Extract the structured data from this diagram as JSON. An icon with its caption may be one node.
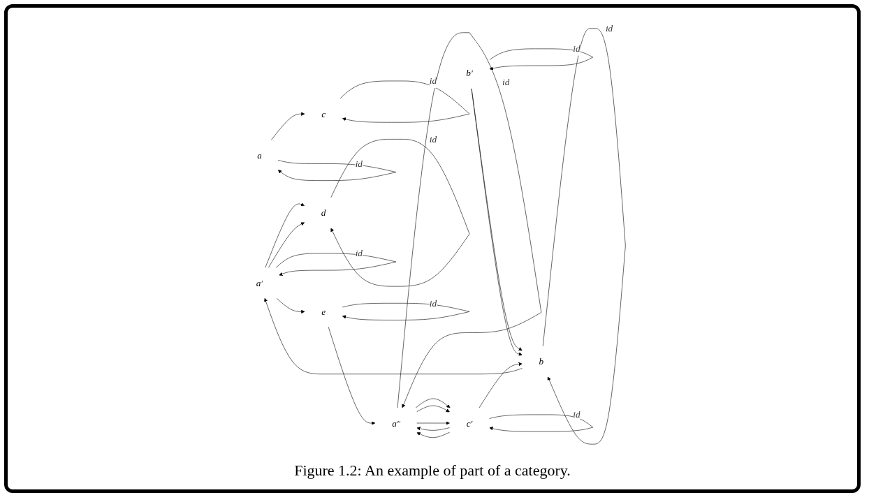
{
  "diagram": {
    "caption": "Figure 1.2: An example of part of a category.",
    "nodes": [
      {
        "text": [
          "c"
        ]
      },
      {
        "text": [
          "d"
        ]
      },
      {
        "text": [
          "a"
        ]
      },
      {
        "text": [
          "a′"
        ]
      },
      {
        "text": [
          "b"
        ]
      },
      {
        "text": [
          "e"
        ]
      },
      {
        "text": [
          "a″"
        ]
      },
      {
        "text": [
          "b′"
        ]
      },
      {
        "text": [
          "c′"
        ]
      }
    ],
    "edges": [
      {
        "from": 0,
        "to": 0,
        "arrow": "to",
        "label": "id"
      },
      {
        "from": 1,
        "to": 1,
        "arrow": "to",
        "label": "id"
      },
      {
        "from": 2,
        "to": 2,
        "arrow": "to",
        "label": "id"
      },
      {
        "from": 2,
        "to": 0,
        "arrow": "to"
      },
      {
        "from": 3,
        "to": 3,
        "arrow": "to",
        "label": "id"
      },
      {
        "from": 3,
        "to": 1,
        "arrow": "to"
      },
      {
        "from": 3,
        "to": 1,
        "arrow": "to"
      },
      {
        "from": 4,
        "to": 4,
        "arrow": "to",
        "label": "id"
      },
      {
        "from": 4,
        "to": 3,
        "arrow": "to"
      },
      {
        "from": 3,
        "to": 5,
        "arrow": "to"
      },
      {
        "from": 5,
        "to": 5,
        "arrow": "to",
        "label": "id"
      },
      {
        "from": 5,
        "to": 6,
        "arrow": "to"
      },
      {
        "from": 7,
        "to": 7,
        "arrow": "to",
        "label": "id"
      },
      {
        "from": 7,
        "to": 4,
        "arrow": "to"
      },
      {
        "from": 7,
        "to": 4,
        "arrow": "to"
      },
      {
        "from": 6,
        "to": 6,
        "arrow": "to",
        "label": "id"
      },
      {
        "from": 8,
        "to": 8,
        "arrow": "to",
        "label": "id"
      },
      {
        "from": 8,
        "to": 4,
        "arrow": "to"
      },
      {
        "from": 6,
        "to": 8,
        "arrow": "to"
      },
      {
        "from": 8,
        "to": 6,
        "arrow": "to"
      },
      {
        "from": 6,
        "to": 8,
        "arrow": "to"
      },
      {
        "from": 8,
        "to": 6,
        "arrow": "to"
      },
      {
        "from": 6,
        "to": 8,
        "arrow": "to"
      }
    ]
  }
}
